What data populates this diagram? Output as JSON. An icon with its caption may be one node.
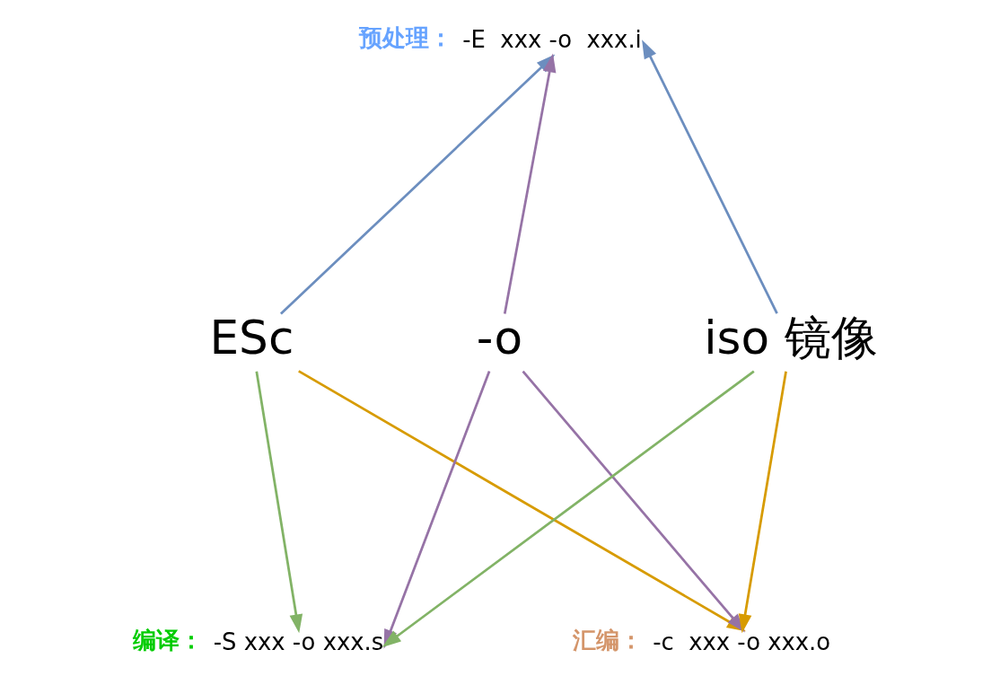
{
  "diagram": {
    "nodes": [
      {
        "text": [
          "-E  xxx -o  xxx.i"
        ],
        "beside": [
          "预处理："
        ]
      },
      {
        "text": [
          "ESc"
        ]
      },
      {
        "text": [
          "-o"
        ]
      },
      {
        "text": [
          "iso 镜像"
        ]
      },
      {
        "text": [
          "-S xxx -o xxx.s"
        ],
        "beside": [
          "编译："
        ]
      },
      {
        "text": [
          "-c  xxx -o xxx.o"
        ],
        "beside": [
          "汇编："
        ]
      }
    ],
    "edges": [
      {
        "from": 1,
        "to": 0,
        "arrow": "to",
        "color": "#6c8ebf"
      },
      {
        "from": 2,
        "to": 0,
        "arrow": "to",
        "color": "#9673a6"
      },
      {
        "from": 3,
        "to": 0,
        "arrow": "to",
        "color": "#6c8ebf"
      },
      {
        "from": 1,
        "to": 4,
        "arrow": "to",
        "color": "#82b366"
      },
      {
        "from": 2,
        "to": 4,
        "arrow": "to",
        "color": "#9673a6"
      },
      {
        "from": 3,
        "to": 4,
        "arrow": "to",
        "color": "#82b366"
      },
      {
        "from": 1,
        "to": 5,
        "arrow": "to",
        "color": "#d79b00"
      },
      {
        "from": 2,
        "to": 5,
        "arrow": "to",
        "color": "#9673a6"
      },
      {
        "from": 3,
        "to": 5,
        "arrow": "to",
        "color": "#d79b00"
      }
    ]
  }
}
